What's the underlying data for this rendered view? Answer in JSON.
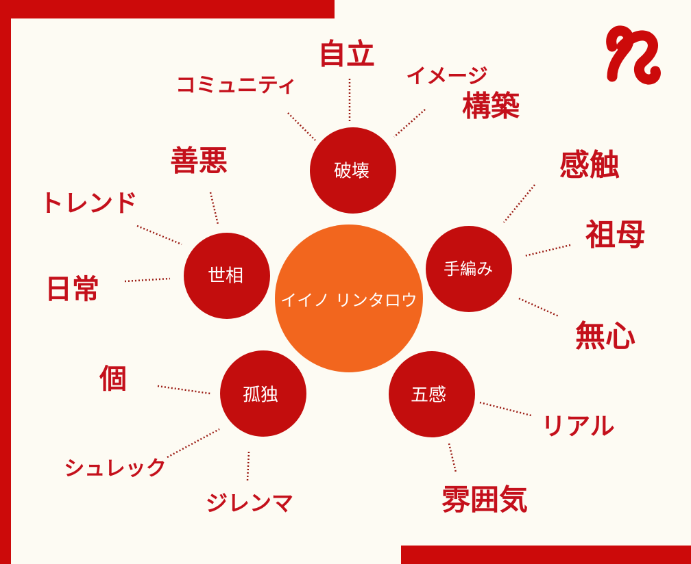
{
  "colors": {
    "frame": "#cc0a0a",
    "center": "#f2661e",
    "node": "#c30d0d",
    "text": "#c4101b",
    "background": "#fdfbf3"
  },
  "center": {
    "label": "イイノ リンタロウ"
  },
  "nodes": [
    {
      "id": "hakai",
      "label": "破壊",
      "words": [
        "自立",
        "コミュニティ",
        "イメージ",
        "構築"
      ]
    },
    {
      "id": "teami",
      "label": "手編み",
      "words": [
        "感触",
        "祖母",
        "無心"
      ]
    },
    {
      "id": "gokan",
      "label": "五感",
      "words": [
        "リアル",
        "雰囲気"
      ]
    },
    {
      "id": "kodoku",
      "label": "孤独",
      "words": [
        "個",
        "シュレック",
        "ジレンマ"
      ]
    },
    {
      "id": "sesou",
      "label": "世相",
      "words": [
        "善悪",
        "トレンド",
        "日常"
      ]
    }
  ],
  "logo": {
    "icon": "n-logo-icon",
    "letter": "N"
  }
}
